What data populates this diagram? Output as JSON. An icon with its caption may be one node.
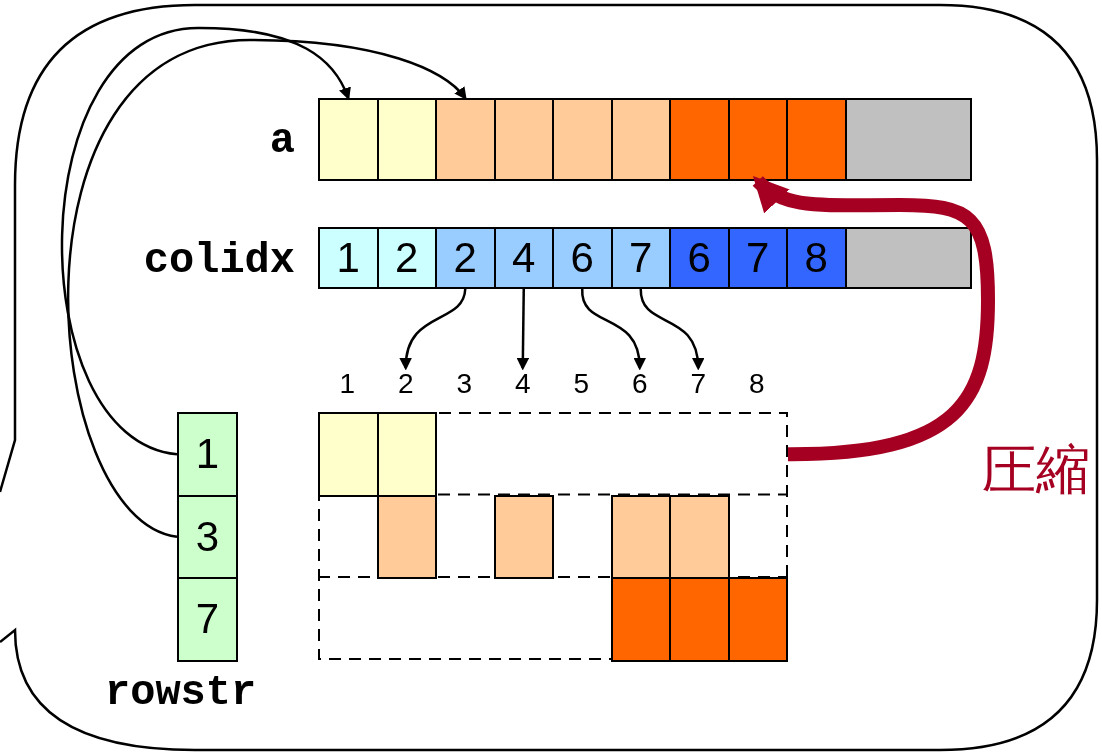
{
  "diagram": {
    "nodes": [
      {
        "text": [],
        "shape": "box"
      },
      {
        "text": [],
        "shape": "box"
      },
      {
        "text": [],
        "shape": "box"
      },
      {
        "text": [],
        "shape": "box"
      },
      {
        "text": [],
        "shape": "box"
      },
      {
        "text": [],
        "shape": "box"
      },
      {
        "text": [],
        "shape": "box"
      },
      {
        "text": [],
        "shape": "box"
      },
      {
        "text": [],
        "shape": "box"
      },
      {
        "text": [],
        "shape": "box"
      },
      {
        "text": [
          "1"
        ]
      },
      {
        "text": [
          "2"
        ]
      },
      {
        "text": [
          "2"
        ]
      },
      {
        "text": [
          "4"
        ]
      },
      {
        "text": [
          "6"
        ]
      },
      {
        "text": [
          "7"
        ]
      },
      {
        "text": [
          "6"
        ]
      },
      {
        "text": [
          "7"
        ]
      },
      {
        "text": [
          "8"
        ]
      },
      {
        "text": [],
        "shape": "box"
      },
      {
        "text": [
          "1"
        ]
      },
      {
        "text": [
          "2"
        ]
      },
      {
        "text": [
          "3"
        ]
      },
      {
        "text": [
          "4"
        ]
      },
      {
        "text": [
          "5"
        ]
      },
      {
        "text": [
          "6"
        ]
      },
      {
        "text": [
          "7"
        ]
      },
      {
        "text": [
          "8"
        ]
      },
      {
        "text": [
          "1"
        ]
      },
      {
        "text": [
          "3"
        ]
      },
      {
        "text": [
          "7"
        ]
      },
      {
        "text": [],
        "shape": "box"
      },
      {
        "text": [],
        "shape": "box",
        "in": 31
      },
      {
        "text": [],
        "shape": "box",
        "in": 31
      },
      {
        "text": [],
        "shape": "box",
        "in": 31
      },
      {
        "text": [],
        "shape": "box",
        "in": 31
      },
      {
        "text": [],
        "shape": "box",
        "in": 31
      },
      {
        "text": [],
        "shape": "box",
        "in": 31
      },
      {
        "text": [],
        "shape": "box",
        "in": 31
      },
      {
        "text": [],
        "shape": "box",
        "in": 31
      },
      {
        "text": [],
        "shape": "box",
        "in": 31
      }
    ],
    "edges": [
      {
        "from": 28,
        "to": 0,
        "arrow": "to"
      },
      {
        "from": 29,
        "to": 2,
        "arrow": "to"
      },
      {
        "from": 12,
        "to": 21,
        "arrow": "to"
      },
      {
        "from": 13,
        "to": 23,
        "arrow": "to"
      },
      {
        "from": 14,
        "to": 25,
        "arrow": "to"
      },
      {
        "from": 15,
        "to": 26,
        "arrow": "to"
      },
      {
        "from": 31,
        "to": 7,
        "arrow": "to",
        "label": "圧縮",
        "style": "thick",
        "color": "#a50021"
      }
    ],
    "labels": [
      "a",
      "colidx",
      "rowstr"
    ]
  }
}
